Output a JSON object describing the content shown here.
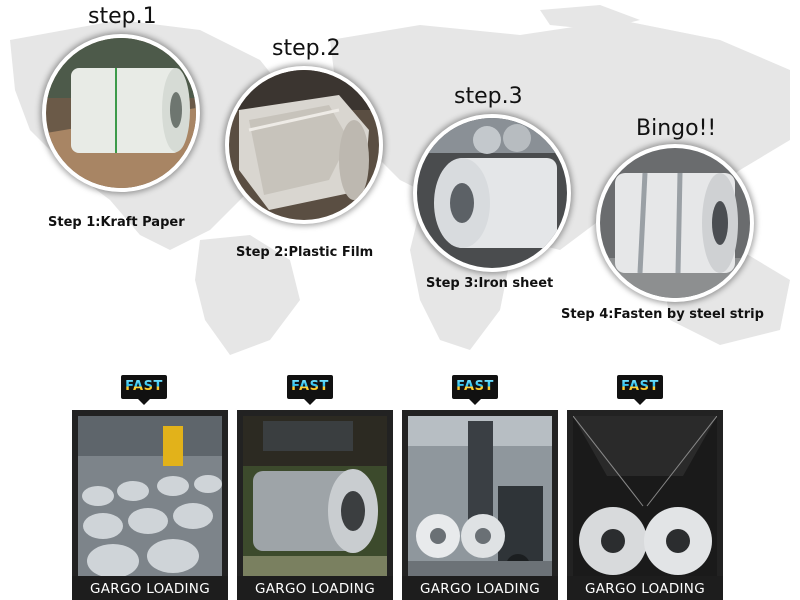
{
  "steps": [
    {
      "title": "step.1",
      "caption": "Step 1:Kraft Paper"
    },
    {
      "title": "step.2",
      "caption": "Step 2:Plastic Film"
    },
    {
      "title": "step.3",
      "caption": "Step 3:Iron sheet"
    },
    {
      "title": "Bingo!!",
      "caption": "Step 4:Fasten by steel strip"
    }
  ],
  "badge_label": "FAST",
  "loading": [
    {
      "caption": "GARGO LOADING"
    },
    {
      "caption": "GARGO LOADING"
    },
    {
      "caption": "GARGO LOADING"
    },
    {
      "caption": "GARGO LOADING"
    }
  ],
  "colors": {
    "map": "#e9e9e9",
    "frame": "#222222",
    "badge_bg": "#111111"
  }
}
